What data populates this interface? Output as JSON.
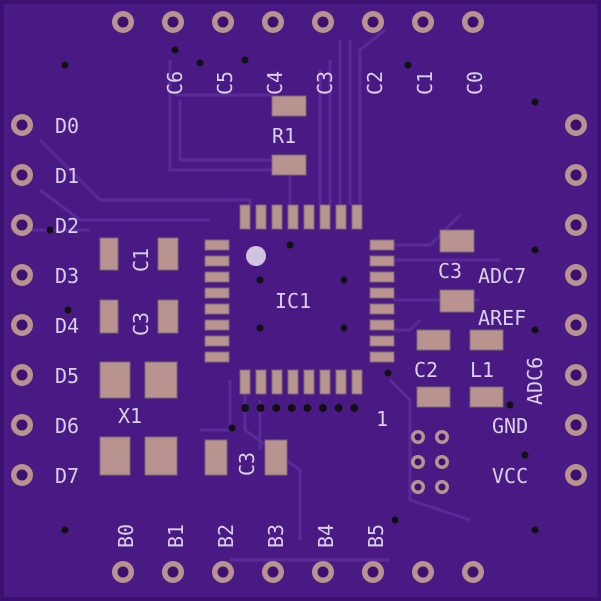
{
  "colors": {
    "board": "#4a1a84",
    "edge": "#3b1070",
    "trace": "#5a2a98",
    "pad": "#b8938f",
    "silk": "#d9d0ea"
  },
  "top_labels": [
    "C6",
    "C5",
    "C4",
    "C3",
    "C2",
    "C1",
    "C0"
  ],
  "left_labels": [
    "D0",
    "D1",
    "D2",
    "D3",
    "D4",
    "D5",
    "D6",
    "D7"
  ],
  "bottom_labels": [
    "B0",
    "B1",
    "B2",
    "B3",
    "B4",
    "B5"
  ],
  "right_labels": {
    "adc7": "ADC7",
    "aref": "AREF",
    "adc6": "ADC6",
    "gnd": "GND",
    "vcc": "VCC"
  },
  "components": {
    "r1": "R1",
    "c1": "C1",
    "c3_left": "C3",
    "x1": "X1",
    "c3_bottom": "C3",
    "ic1": "IC1",
    "c3_right": "C3",
    "c2": "C2",
    "l1": "L1",
    "pin1": "1"
  }
}
